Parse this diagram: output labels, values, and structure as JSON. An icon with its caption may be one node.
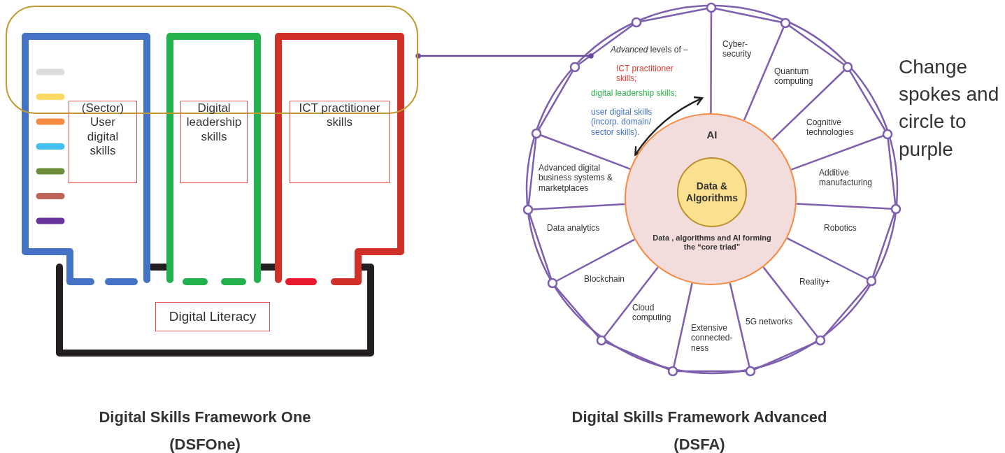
{
  "diagram": {
    "nodes": [
      {
        "text": [],
        "shape": "box"
      },
      {
        "text": [
          "(Sector) User digital skills"
        ]
      },
      {
        "text": [
          "Digital leadership skills"
        ]
      },
      {
        "text": [
          "ICT practitioner skills"
        ]
      },
      {
        "text": [
          "Digital Literacy"
        ]
      },
      {
        "text": [
          "*Advanced* levels of –",
          "ICT practitioner skills;",
          "digital leadership skills;",
          "user digital skills (incorp. domain/ sector skills)."
        ]
      },
      {
        "text": [
          "AI",
          "Data , algorithms and AI forming the “core triad”"
        ]
      },
      {
        "text": [
          "Data & Algorithms"
        ],
        "in": 6
      }
    ],
    "edges": [
      {
        "from": 0,
        "to": 5,
        "arrow": "other",
        "color": "#6a4c9c"
      },
      {
        "from": 5,
        "to": 6,
        "arrow": "both",
        "color": "#222222"
      }
    ],
    "labels": [
      "Cyber- security",
      "Quantum computing",
      "Change spokes and circle to purple",
      "Cognitive technologies",
      "Advanced digital business systems & marketplaces",
      "Additive manufacturing",
      "Data analytics",
      "Robotics",
      "Blockchain",
      "Reality+",
      "Cloud computing",
      "5G networks",
      "Extensive connected- ness",
      "Digital Skills Framework One (DSFOne)",
      "Digital Skills Framework Advanced (DSFA)"
    ]
  }
}
